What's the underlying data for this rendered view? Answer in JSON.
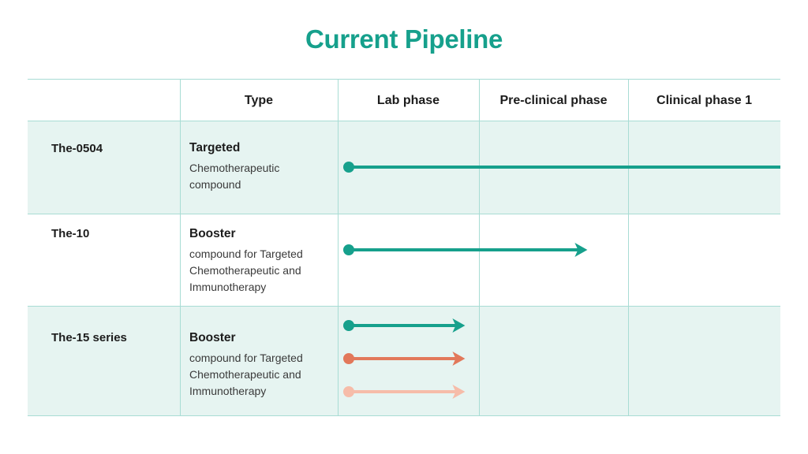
{
  "title": "Current Pipeline",
  "colors": {
    "teal": "#16A08C",
    "salmon_dark": "#E2785A",
    "salmon_light": "#F6BCA9",
    "row_tint": "#E6F4F1",
    "border": "#A8DCD4",
    "text": "#1c1c1c"
  },
  "chart_data": {
    "type": "bar",
    "title": "Current Pipeline",
    "xlabel": "",
    "ylabel": "",
    "categories": [
      "Lab phase",
      "Pre-clinical phase",
      "Clinical phase 1"
    ],
    "series": [
      {
        "name": "The-0504",
        "type_title": "Targeted",
        "type_desc": "Chemotherapeutic compound",
        "bars": [
          {
            "color": "#16A08C",
            "start_phase": "Lab phase",
            "end_phase": "Clinical phase 1",
            "start": 0.0,
            "end": 3.0
          }
        ]
      },
      {
        "name": "The-10",
        "type_title": "Booster",
        "type_desc": "compound for Targeted Chemotherapeutic and Immunotherapy",
        "bars": [
          {
            "color": "#16A08C",
            "start_phase": "Lab phase",
            "end_phase": "Pre-clinical phase",
            "start": 0.0,
            "end": 1.6
          }
        ]
      },
      {
        "name": "The-15 series",
        "type_title": "Booster",
        "type_desc": "compound for Targeted Chemotherapeutic and Immunotherapy",
        "bars": [
          {
            "color": "#16A08C",
            "start_phase": "Lab phase",
            "end_phase": "Lab phase",
            "start": 0.0,
            "end": 0.78
          },
          {
            "color": "#E2785A",
            "start_phase": "Lab phase",
            "end_phase": "Lab phase",
            "start": 0.0,
            "end": 0.78
          },
          {
            "color": "#F6BCA9",
            "start_phase": "Lab phase",
            "end_phase": "Lab phase",
            "start": 0.0,
            "end": 0.78
          }
        ]
      }
    ]
  },
  "table": {
    "headers": {
      "col0": "",
      "col1": "Type",
      "col2": "Lab phase",
      "col3": "Pre-clinical phase",
      "col4": "Clinical phase 1"
    },
    "rows": [
      {
        "name": "The-0504",
        "type_title": "Targeted",
        "type_desc": "Chemotherapeutic compound"
      },
      {
        "name": "The-10",
        "type_title": "Booster",
        "type_desc": "compound for Targeted Chemotherapeutic and Immunotherapy"
      },
      {
        "name": "The-15 series",
        "type_title": "Booster",
        "type_desc": "compound for Targeted Chemotherapeutic and Immunotherapy"
      }
    ]
  }
}
